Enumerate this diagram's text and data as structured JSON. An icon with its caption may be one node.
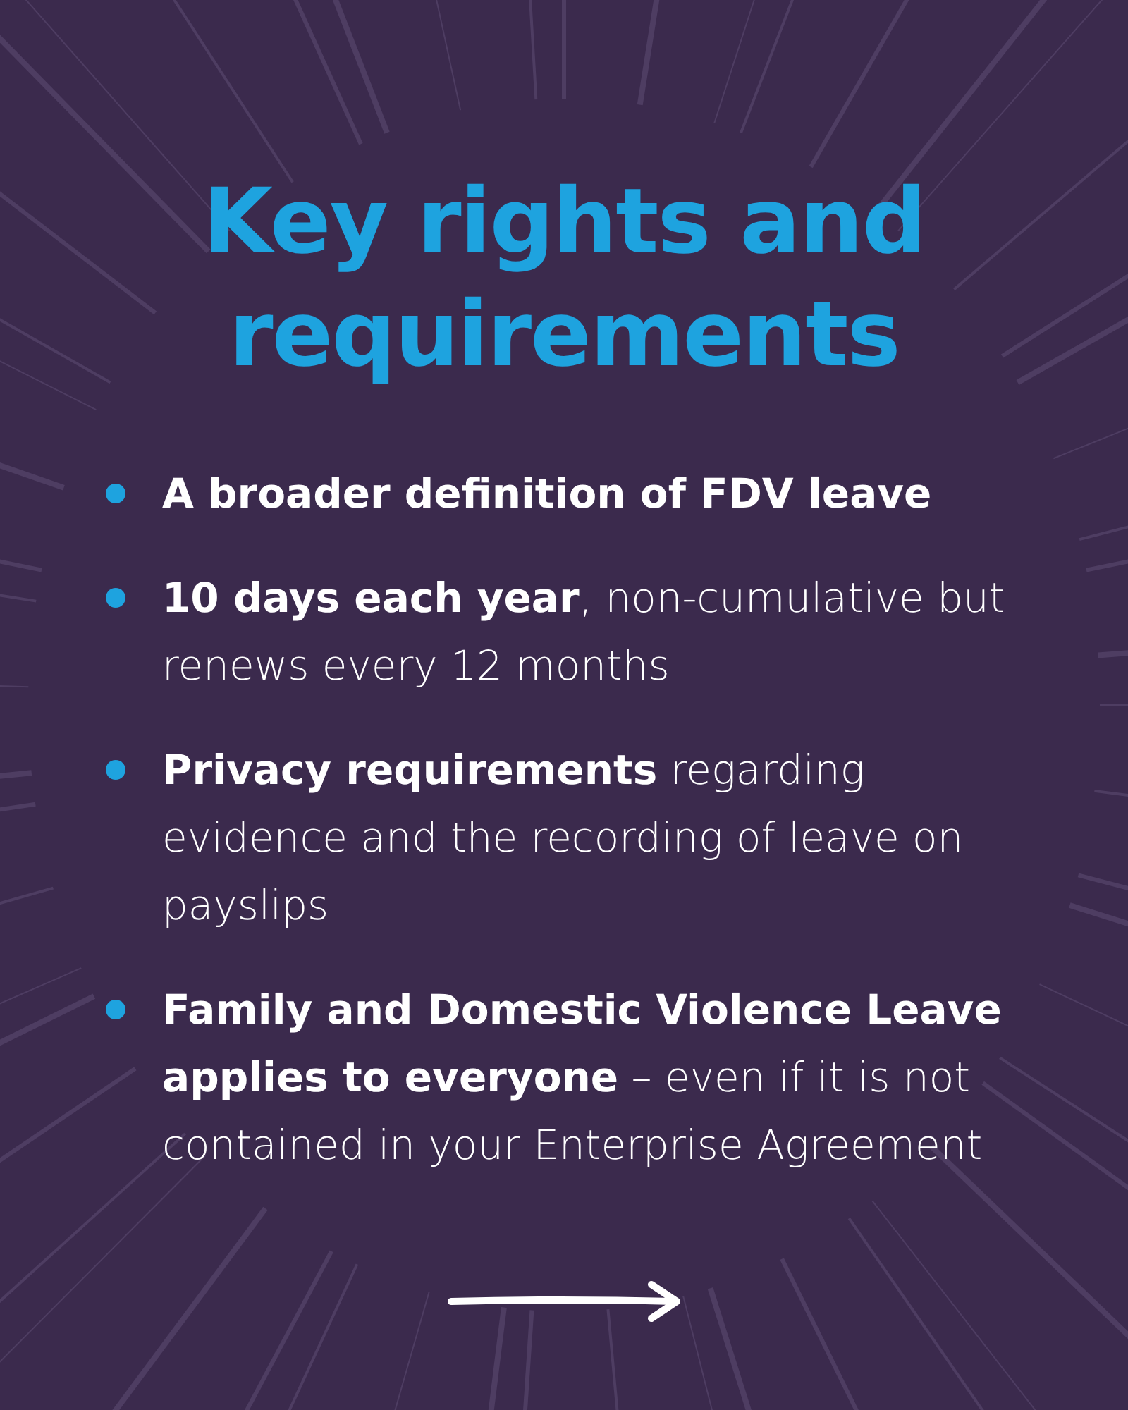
{
  "diagram": {
    "title": "Key rights and requirements",
    "labels": [
      "**A broader definition of FDV leave**",
      "**10 days each year**, non-cumulative but renews every 12 months",
      "**Privacy requirements** regarding evidence and the recording of leave on payslips",
      "**Family and Domestic Violence Leave applies to everyone** – even if it is not contained in your Enterprise Agreement"
    ]
  }
}
